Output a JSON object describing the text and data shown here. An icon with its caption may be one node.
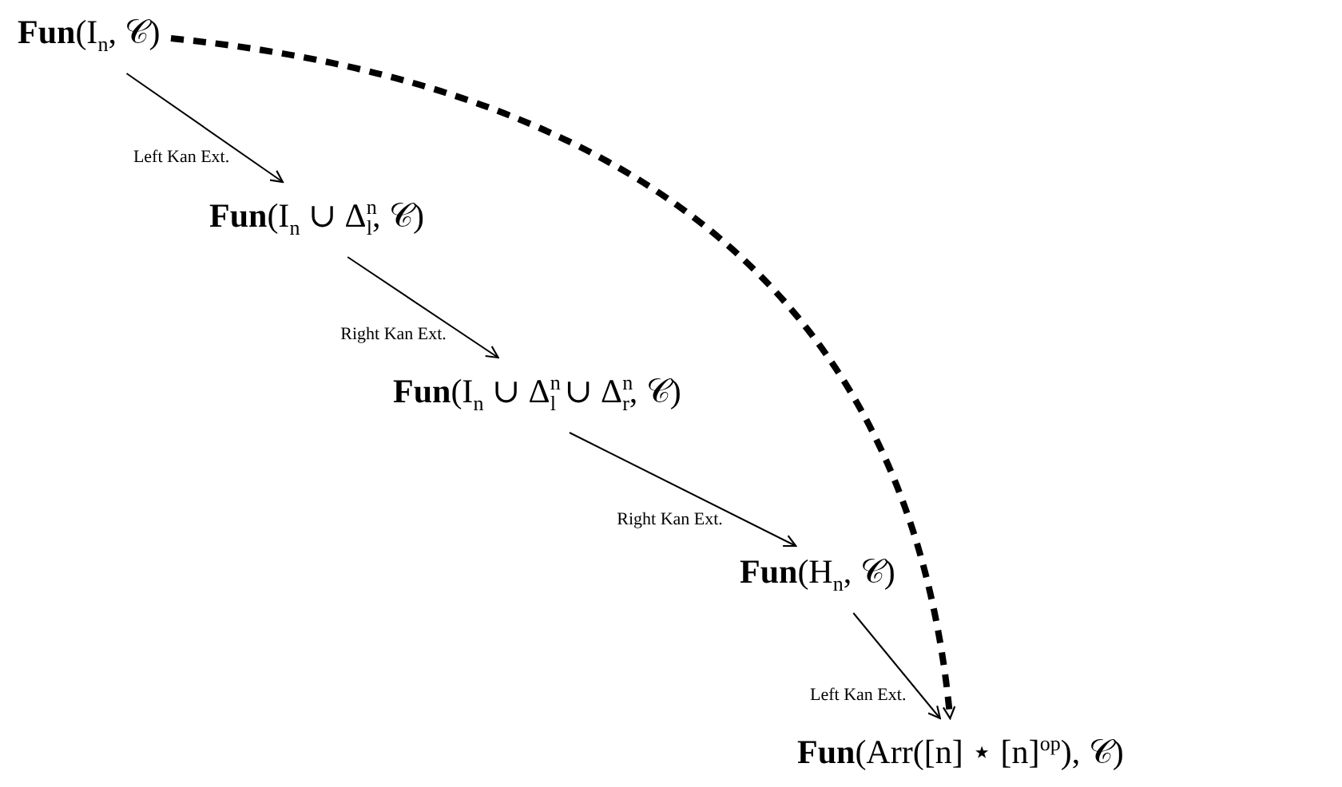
{
  "diagram": {
    "nodes": [
      {
        "text": [
          "**Fun**(I$_{n}$, 𝒞)"
        ]
      },
      {
        "text": [
          "**Fun**(I$_{n}$ ∪ Δ$^{n}$$_{l}$, 𝒞)"
        ]
      },
      {
        "text": [
          "**Fun**(I$_{n}$ ∪ Δ$^{n}$$_{l}$ ∪ Δ$^{n}$$_{r}$, 𝒞)"
        ]
      },
      {
        "text": [
          "**Fun**(H$_{n}$, 𝒞)"
        ]
      },
      {
        "text": [
          "**Fun**(Arr([n] ⋆ [n]$^{op}$), 𝒞)"
        ]
      }
    ],
    "edges": [
      {
        "from": 0,
        "to": 1,
        "arrow": "to",
        "label": "Left Kan Ext."
      },
      {
        "from": 1,
        "to": 2,
        "arrow": "to",
        "label": "Right Kan Ext."
      },
      {
        "from": 2,
        "to": 3,
        "arrow": "to",
        "label": "Right Kan Ext."
      },
      {
        "from": 3,
        "to": 4,
        "arrow": "to",
        "label": "Left Kan Ext."
      },
      {
        "from": 0,
        "to": 4,
        "arrow": "to",
        "style": "dashed"
      }
    ]
  }
}
